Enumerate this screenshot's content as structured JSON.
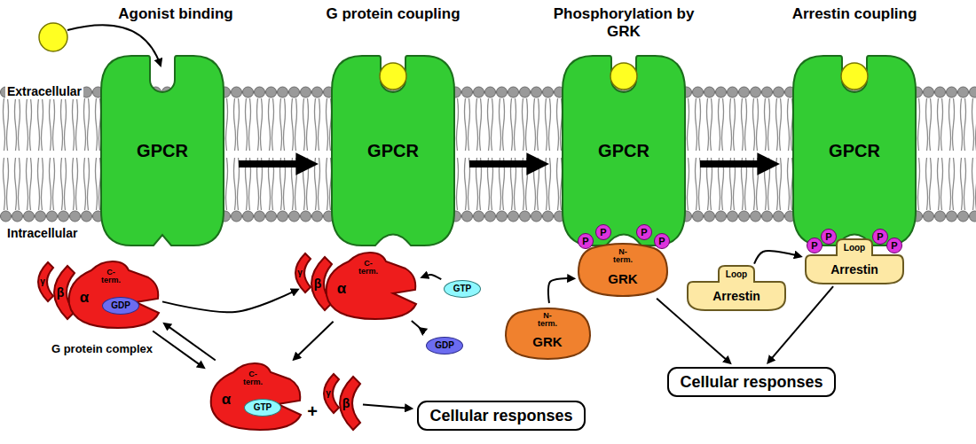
{
  "diagram": {
    "nodes": [
      {
        "text": [
          "GPCR"
        ]
      },
      {
        "text": [
          "GPCR"
        ]
      },
      {
        "text": [
          "GPCR"
        ]
      },
      {
        "text": [
          "GPCR"
        ]
      },
      {
        "text": [
          "C-term.",
          "α"
        ]
      },
      {
        "text": [
          "β"
        ]
      },
      {
        "text": [
          "γ"
        ]
      },
      {
        "text": [
          "GDP"
        ],
        "in": 4
      },
      {
        "text": [
          "C-term.",
          "α"
        ]
      },
      {
        "text": [
          "β"
        ]
      },
      {
        "text": [
          "γ"
        ]
      },
      {
        "text": [
          "GTP"
        ]
      },
      {
        "text": [
          "GDP"
        ]
      },
      {
        "text": [
          "C-term.",
          "α"
        ]
      },
      {
        "text": [
          "GTP"
        ],
        "in": 13
      },
      {
        "text": [
          "β"
        ]
      },
      {
        "text": [
          "γ"
        ]
      },
      {
        "text": [
          "Cellular responses"
        ]
      },
      {
        "text": [
          "N-term.",
          "GRK"
        ]
      },
      {
        "text": [
          "N-term.",
          "GRK"
        ]
      },
      {
        "text": [
          "Loop",
          "Arrestin"
        ]
      },
      {
        "text": [
          "Loop",
          "Arrestin"
        ]
      },
      {
        "text": [
          "Cellular responses"
        ]
      },
      {
        "text": [
          "P"
        ]
      },
      {
        "text": [
          "P"
        ]
      },
      {
        "text": [
          "P"
        ]
      },
      {
        "text": [
          "P"
        ]
      },
      {
        "text": [
          "P"
        ]
      },
      {
        "text": [
          "P"
        ]
      },
      {
        "text": [
          "P"
        ]
      },
      {
        "text": [
          "P"
        ]
      }
    ],
    "edges": [
      {
        "from": 0,
        "to": 1,
        "arrow": "to"
      },
      {
        "from": 1,
        "to": 2,
        "arrow": "to"
      },
      {
        "from": 2,
        "to": 3,
        "arrow": "to"
      },
      {
        "from": 4,
        "to": 9,
        "arrow": "to"
      },
      {
        "from": 11,
        "to": 8,
        "arrow": "to"
      },
      {
        "from": 8,
        "to": 12,
        "arrow": "to"
      },
      {
        "from": 8,
        "to": 13,
        "arrow": "to"
      },
      {
        "from": 13,
        "to": 4,
        "arrow": "to"
      },
      {
        "from": 4,
        "to": 13,
        "arrow": "to"
      },
      {
        "from": 15,
        "to": 17,
        "arrow": "to"
      },
      {
        "from": 19,
        "to": 18,
        "arrow": "to"
      },
      {
        "from": 21,
        "to": 20,
        "arrow": "to"
      },
      {
        "from": 18,
        "to": 22,
        "arrow": "to"
      },
      {
        "from": 20,
        "to": 22,
        "arrow": "to"
      }
    ],
    "labels": [
      "Agonist binding",
      "G protein coupling",
      "Phosphorylation by GRK",
      "Arrestin coupling",
      "Extracellular",
      "Intracellular",
      "G protein complex",
      "+"
    ]
  }
}
